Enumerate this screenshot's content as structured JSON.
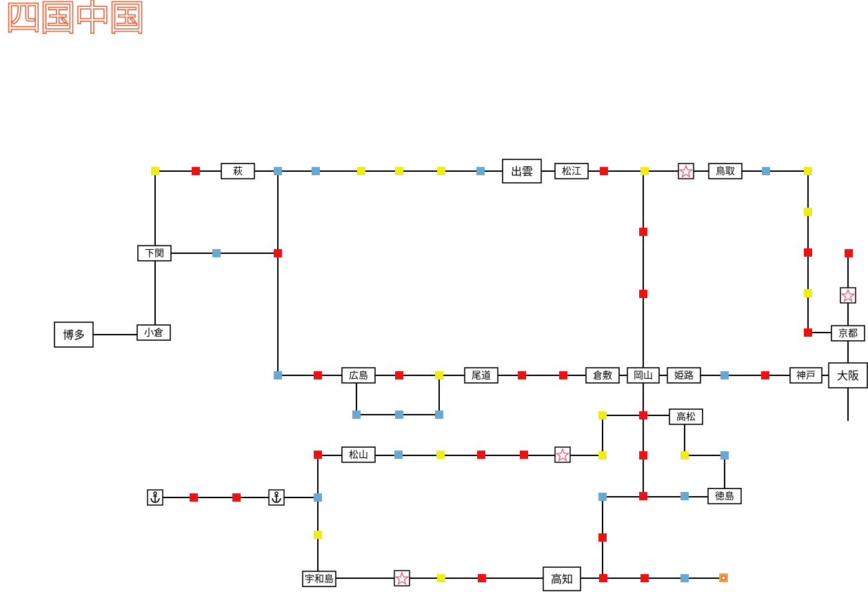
{
  "logo": {
    "text": "四国中国",
    "color": "#e8633a"
  },
  "colors": {
    "line": "#000000",
    "red": "#ee1111",
    "blue": "#6aa8d4",
    "yellow": "#f0ec1a",
    "orange": "#f4a23c",
    "star": "#e8607a"
  },
  "stations": {
    "hagi": "萩",
    "izumo": "出雲",
    "matsue": "松江",
    "tottori": "鳥取",
    "shimonoseki": "下関",
    "hakata": "博多",
    "kokura": "小倉",
    "kyoto": "京都",
    "osaka": "大阪",
    "kobe": "神戸",
    "himeji": "姫路",
    "okayama": "岡山",
    "kurashiki": "倉敷",
    "onomichi": "尾道",
    "hiroshima": "広島",
    "takamatsu": "高松",
    "matsuyama": "松山",
    "tokushima": "徳島",
    "uwajima": "宇和島",
    "kochi": "高知"
  },
  "icons": {
    "anchor": "anchor-icon",
    "star": "star-icon",
    "square": "square-icon"
  }
}
